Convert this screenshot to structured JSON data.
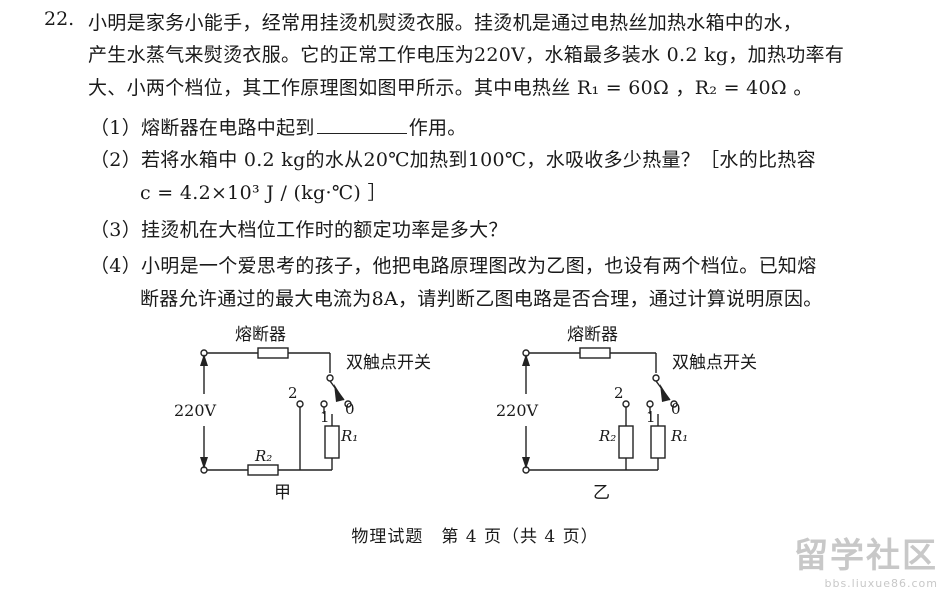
{
  "question": {
    "number": "22.",
    "stem": [
      "小明是家务小能手，经常用挂烫机熨烫衣服。挂烫机是通过电热丝加热水箱中的水，",
      "产生水蒸气来熨烫衣服。它的正常工作电压为220V，水箱最多装水 0.2 kg，加热功率有",
      "大、小两个档位，其工作原理图如图甲所示。其中电热丝 R₁ = 60Ω ，R₂ = 40Ω 。"
    ],
    "parts": [
      {
        "pre": "（1）熔断器在电路中起到",
        "post": "作用。"
      },
      {
        "text": "（2）若将水箱中 0.2 kg的水从20℃加热到100℃，水吸收多少热量？［水的比热容"
      },
      {
        "text": "c = 4.2×10³ J / (kg·℃) ］"
      },
      {
        "text": "（3）挂烫机在大档位工作时的额定功率是多大？"
      },
      {
        "text": "（4）小明是一个爱思考的孩子，他把电路原理图改为乙图，也设有两个档位。已知熔"
      },
      {
        "text": "断器允许通过的最大电流为8A，请判断乙图电路是否合理，通过计算说明原因。"
      }
    ]
  },
  "diagrams": {
    "jia": {
      "fuse": "熔断器",
      "switch": "双触点开关",
      "voltage": "220V",
      "r1": "R₁",
      "r2": "R₂",
      "c0": "0",
      "c1": "1",
      "c2": "2",
      "caption": "甲"
    },
    "yi": {
      "fuse": "熔断器",
      "switch": "双触点开关",
      "voltage": "220V",
      "r1": "R₁",
      "r2": "R₂",
      "c0": "0",
      "c1": "1",
      "c2": "2",
      "caption": "乙"
    }
  },
  "footer": "物理试题　第 4 页（共 4 页）",
  "watermark": {
    "brand": "留学社区",
    "url": "bbs.liuxue86.com"
  }
}
